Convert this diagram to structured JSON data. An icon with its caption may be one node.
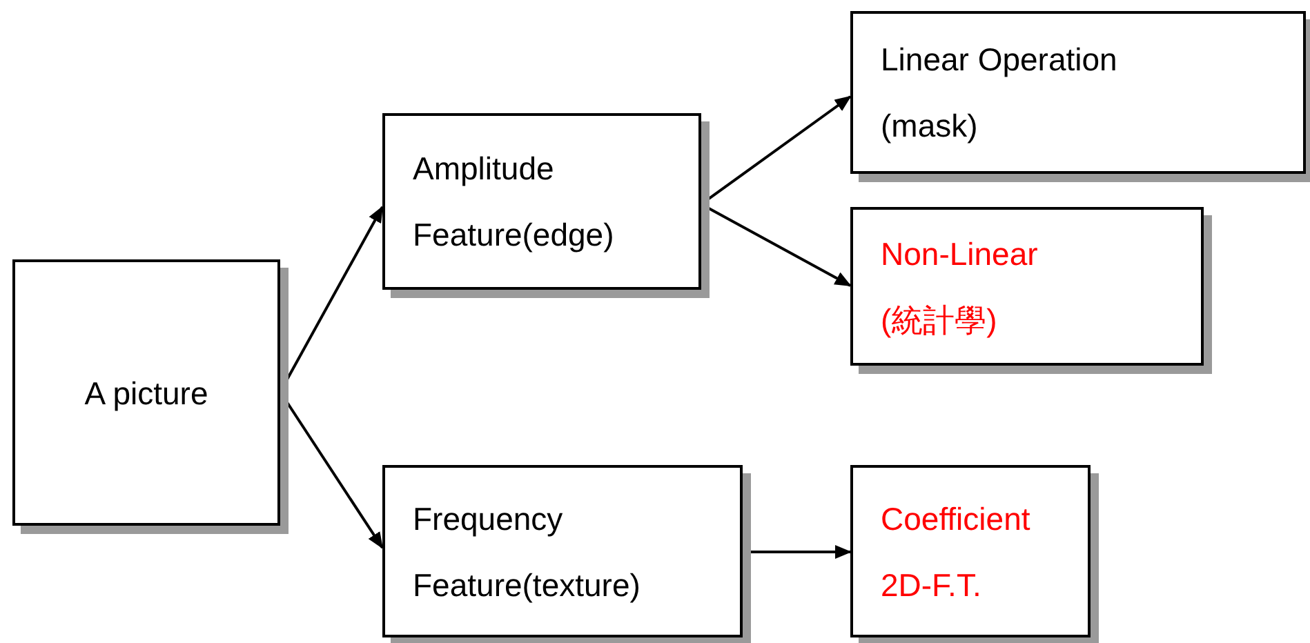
{
  "diagram": {
    "nodes": [
      {
        "text": [
          "A picture"
        ]
      },
      {
        "text": [
          "Amplitude Feature(edge)"
        ]
      },
      {
        "text": [
          "Linear Operation (mask)"
        ]
      },
      {
        "text": [
          "Non-Linear (統計學)"
        ]
      },
      {
        "text": [
          "Frequency Feature(texture)"
        ]
      },
      {
        "text": [
          "Coefficient 2D-F.T."
        ]
      }
    ],
    "edges": [
      {
        "from": 0,
        "to": 1,
        "arrow": "to"
      },
      {
        "from": 0,
        "to": 4,
        "arrow": "to"
      },
      {
        "from": 1,
        "to": 2,
        "arrow": "to"
      },
      {
        "from": 1,
        "to": 3,
        "arrow": "to"
      },
      {
        "from": 4,
        "to": 5,
        "arrow": "to"
      }
    ]
  }
}
